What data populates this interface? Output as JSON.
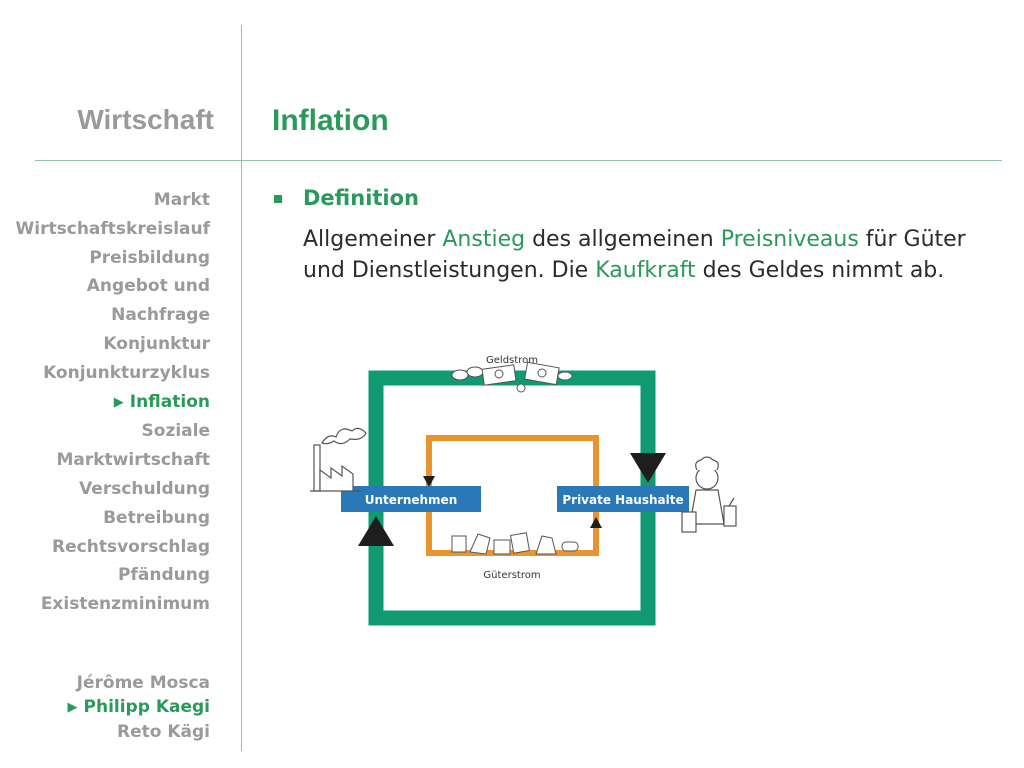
{
  "header": {
    "section_title": "Wirtschaft",
    "page_title": "Inflation"
  },
  "sidebar": {
    "items": [
      {
        "label": "Markt",
        "active": false
      },
      {
        "label": "Wirtschaftskreislauf",
        "active": false
      },
      {
        "label": "Preisbildung",
        "active": false
      },
      {
        "label": "Angebot und",
        "active": false
      },
      {
        "label": "Nachfrage",
        "active": false
      },
      {
        "label": "Konjunktur",
        "active": false
      },
      {
        "label": "Konjunkturzyklus",
        "active": false
      },
      {
        "label": "Inflation",
        "active": true
      },
      {
        "label": "Soziale",
        "active": false
      },
      {
        "label": "Marktwirtschaft",
        "active": false
      },
      {
        "label": "Verschuldung",
        "active": false
      },
      {
        "label": "Betreibung",
        "active": false
      },
      {
        "label": "Rechtsvorschlag",
        "active": false
      },
      {
        "label": "Pfändung",
        "active": false
      },
      {
        "label": "Existenzminimum",
        "active": false
      }
    ]
  },
  "authors": {
    "items": [
      {
        "label": "Jérôme Mosca",
        "active": false
      },
      {
        "label": "Philipp Kaegi",
        "active": true
      },
      {
        "label": "Reto Kägi",
        "active": false
      }
    ]
  },
  "content": {
    "definition_heading": "Definition",
    "definition_parts": [
      {
        "text": "Allgemeiner ",
        "highlight": false
      },
      {
        "text": "Anstieg",
        "highlight": true
      },
      {
        "text": " des allgemeinen ",
        "highlight": false
      },
      {
        "text": "Preisniveaus",
        "highlight": true
      },
      {
        "text": " für Güter und Dienstleistungen. Die ",
        "highlight": false
      },
      {
        "text": "Kaufkraft",
        "highlight": true
      },
      {
        "text": " des Geldes nimmt ab.",
        "highlight": false
      }
    ]
  },
  "diagram": {
    "money_flow_label": "Geldstrom",
    "goods_flow_label": "Güterstrom",
    "companies_label": "Unternehmen",
    "households_label": "Private Haushalte",
    "colors": {
      "money_flow": "#0f9a72",
      "goods_flow": "#e9952f",
      "box": "#2a78b8",
      "arrow": "#1e1e1e"
    }
  },
  "colors": {
    "accent": "#2a9a5a",
    "muted": "#9a9a9a",
    "rule": "#8fc7a6"
  }
}
